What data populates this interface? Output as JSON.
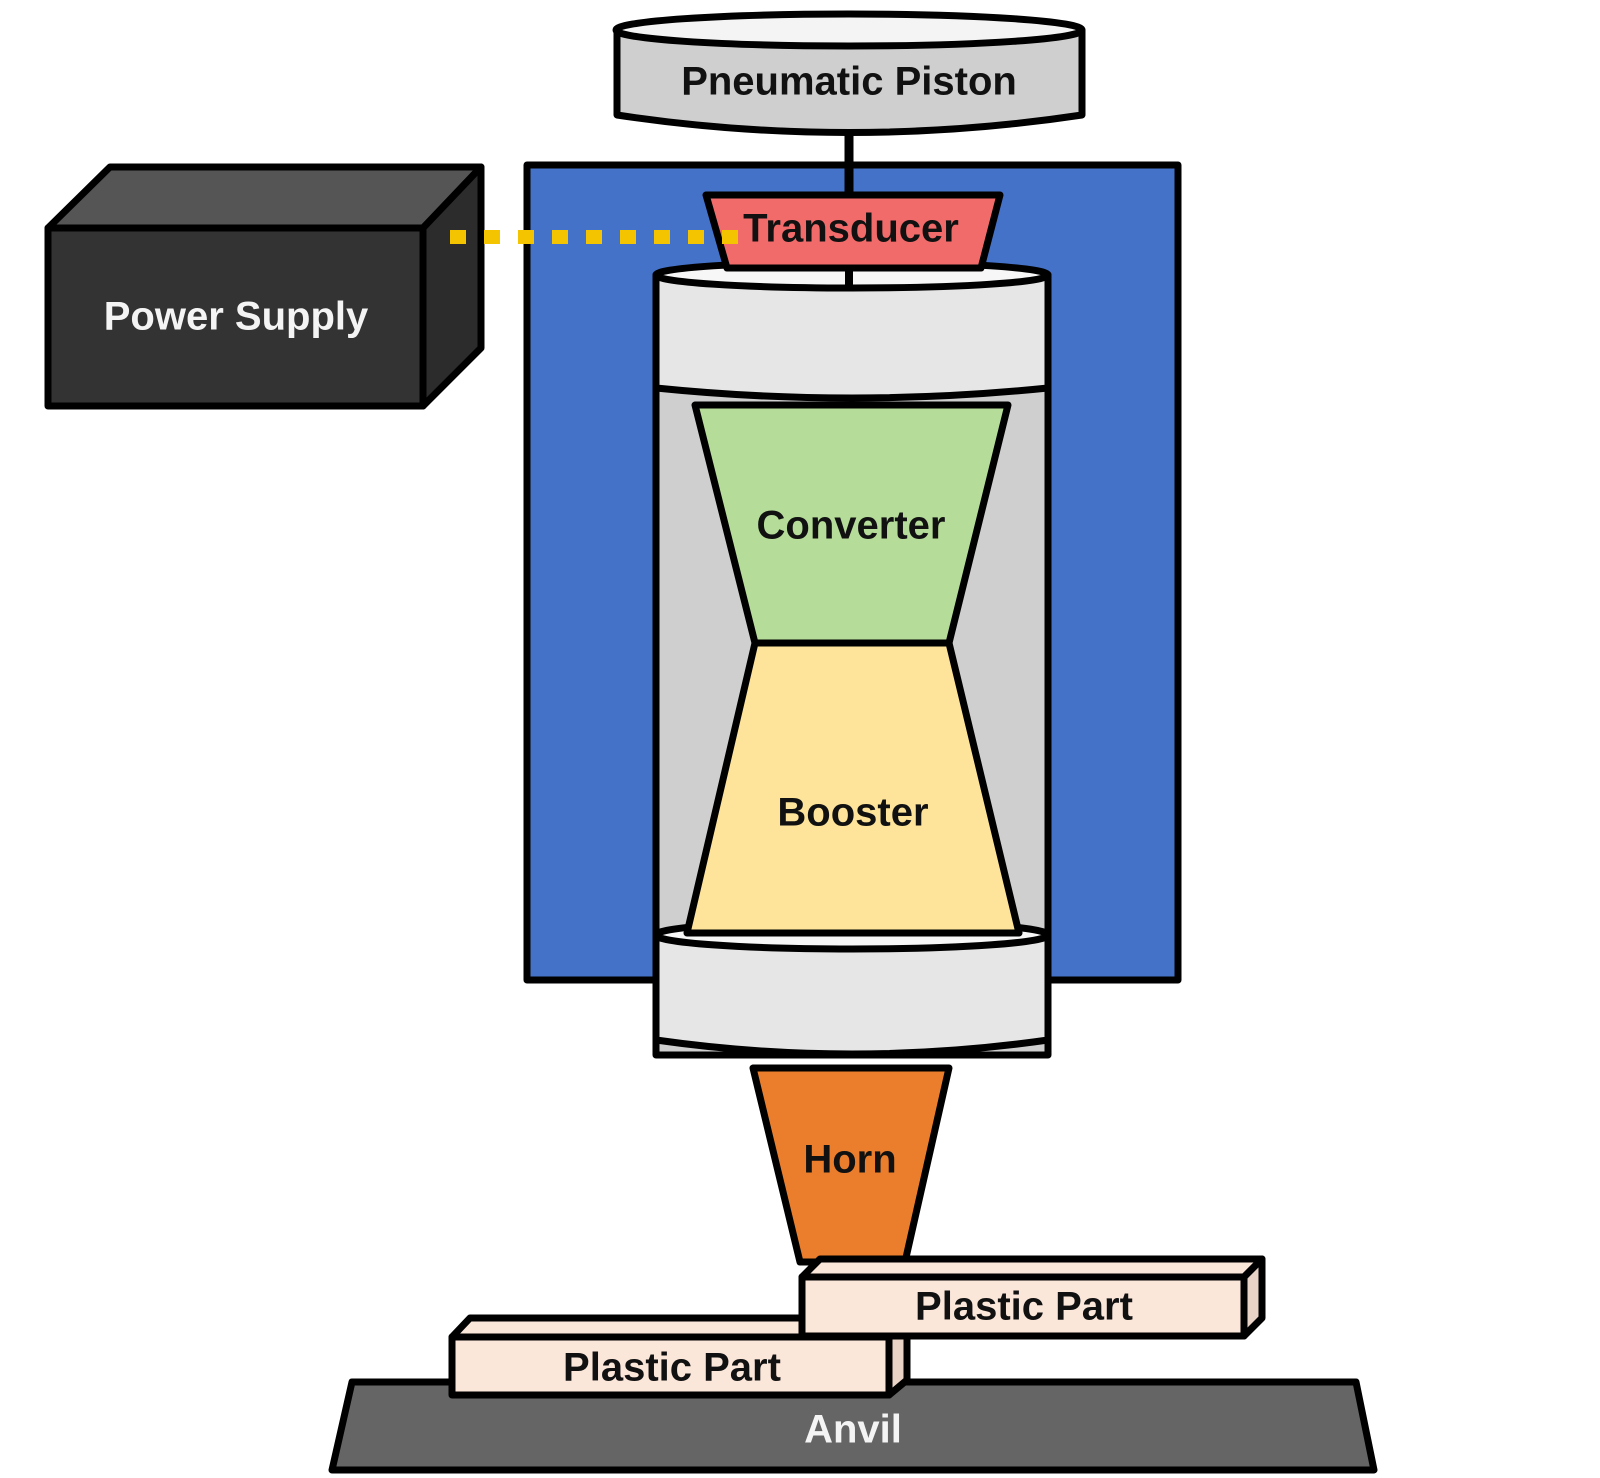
{
  "diagram": {
    "title": "Ultrasonic welding system components",
    "components": {
      "pneumatic_piston": {
        "label": "Pneumatic Piston",
        "color": "#cfcfcf"
      },
      "power_supply": {
        "label": "Power Supply",
        "color": "#333333"
      },
      "transducer": {
        "label": "Transducer",
        "color": "#f26b6b"
      },
      "converter": {
        "label": "Converter",
        "color": "#b5dc98"
      },
      "booster": {
        "label": "Booster",
        "color": "#fde49a"
      },
      "horn": {
        "label": "Horn",
        "color": "#ea7e2c"
      },
      "plastic_part_top": {
        "label": "Plastic Part",
        "color": "#fbe6da"
      },
      "plastic_part_bottom": {
        "label": "Plastic Part",
        "color": "#fbe6da"
      },
      "anvil": {
        "label": "Anvil",
        "color": "#656565"
      },
      "housing": {
        "color": "#4472c8"
      }
    },
    "connections": [
      {
        "from": "power_supply",
        "to": "transducer",
        "style": "dotted",
        "color": "#f5c400"
      },
      {
        "from": "pneumatic_piston",
        "to": "transducer",
        "style": "solid",
        "color": "#000000"
      }
    ]
  }
}
